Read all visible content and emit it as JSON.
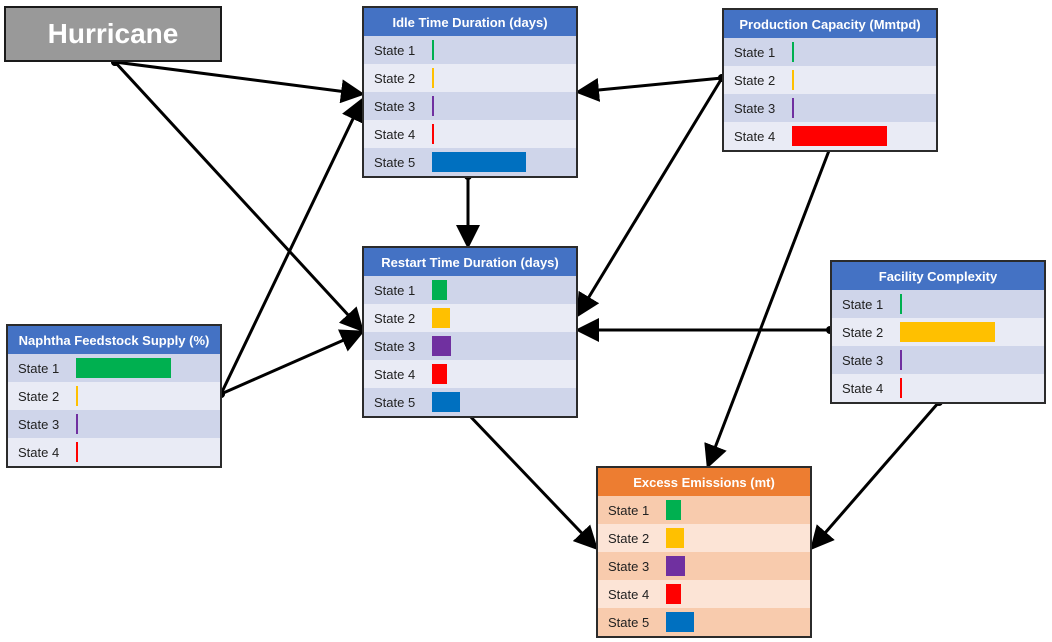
{
  "colors": {
    "header_blue": "#4472c4",
    "header_orange": "#ed7d31",
    "row_blue_dark": "#cfd5ea",
    "row_blue_light": "#e9ebf5",
    "row_orange_dark": "#f8cbad",
    "row_orange_light": "#fce4d6",
    "state_colors": [
      "#00b050",
      "#ffc000",
      "#7030a0",
      "#ff0000",
      "#0070c0"
    ]
  },
  "nodes": {
    "hurricane": {
      "title": "Hurricane"
    },
    "idle": {
      "title": "Idle Time Duration (days)",
      "states": [
        {
          "label": "State 1",
          "value": 0.005
        },
        {
          "label": "State 2",
          "value": 0.005
        },
        {
          "label": "State 3",
          "value": 0.005
        },
        {
          "label": "State 4",
          "value": 0.005
        },
        {
          "label": "State 5",
          "value": 0.98
        }
      ]
    },
    "production": {
      "title": "Production Capacity (Mmtpd)",
      "states": [
        {
          "label": "State 1",
          "value": 0.005
        },
        {
          "label": "State 2",
          "value": 0.005
        },
        {
          "label": "State 3",
          "value": 0.005
        },
        {
          "label": "State 4",
          "value": 0.985
        }
      ]
    },
    "restart": {
      "title": "Restart Time Duration (days)",
      "states": [
        {
          "label": "State 1",
          "value": 0.16
        },
        {
          "label": "State 2",
          "value": 0.19
        },
        {
          "label": "State 3",
          "value": 0.2
        },
        {
          "label": "State 4",
          "value": 0.16
        },
        {
          "label": "State 5",
          "value": 0.29
        }
      ]
    },
    "facility": {
      "title": "Facility Complexity",
      "states": [
        {
          "label": "State 1",
          "value": 0.005
        },
        {
          "label": "State 2",
          "value": 0.985
        },
        {
          "label": "State 3",
          "value": 0.005
        },
        {
          "label": "State 4",
          "value": 0.005
        }
      ]
    },
    "naphtha": {
      "title": "Naphtha Feedstock Supply (%)",
      "states": [
        {
          "label": "State 1",
          "value": 0.985
        },
        {
          "label": "State 2",
          "value": 0.005
        },
        {
          "label": "State 3",
          "value": 0.005
        },
        {
          "label": "State 4",
          "value": 0.005
        }
      ]
    },
    "emissions": {
      "title": "Excess Emissions (mt)",
      "states": [
        {
          "label": "State 1",
          "value": 0.16
        },
        {
          "label": "State 2",
          "value": 0.19
        },
        {
          "label": "State 3",
          "value": 0.2
        },
        {
          "label": "State 4",
          "value": 0.16
        },
        {
          "label": "State 5",
          "value": 0.29
        }
      ]
    }
  },
  "edges": [
    {
      "from": "hurricane",
      "to": "idle"
    },
    {
      "from": "hurricane",
      "to": "restart"
    },
    {
      "from": "naphtha",
      "to": "idle"
    },
    {
      "from": "naphtha",
      "to": "restart"
    },
    {
      "from": "production",
      "to": "idle"
    },
    {
      "from": "production",
      "to": "restart"
    },
    {
      "from": "production",
      "to": "emissions"
    },
    {
      "from": "idle",
      "to": "restart"
    },
    {
      "from": "facility",
      "to": "restart"
    },
    {
      "from": "facility",
      "to": "emissions"
    },
    {
      "from": "restart",
      "to": "emissions"
    }
  ]
}
